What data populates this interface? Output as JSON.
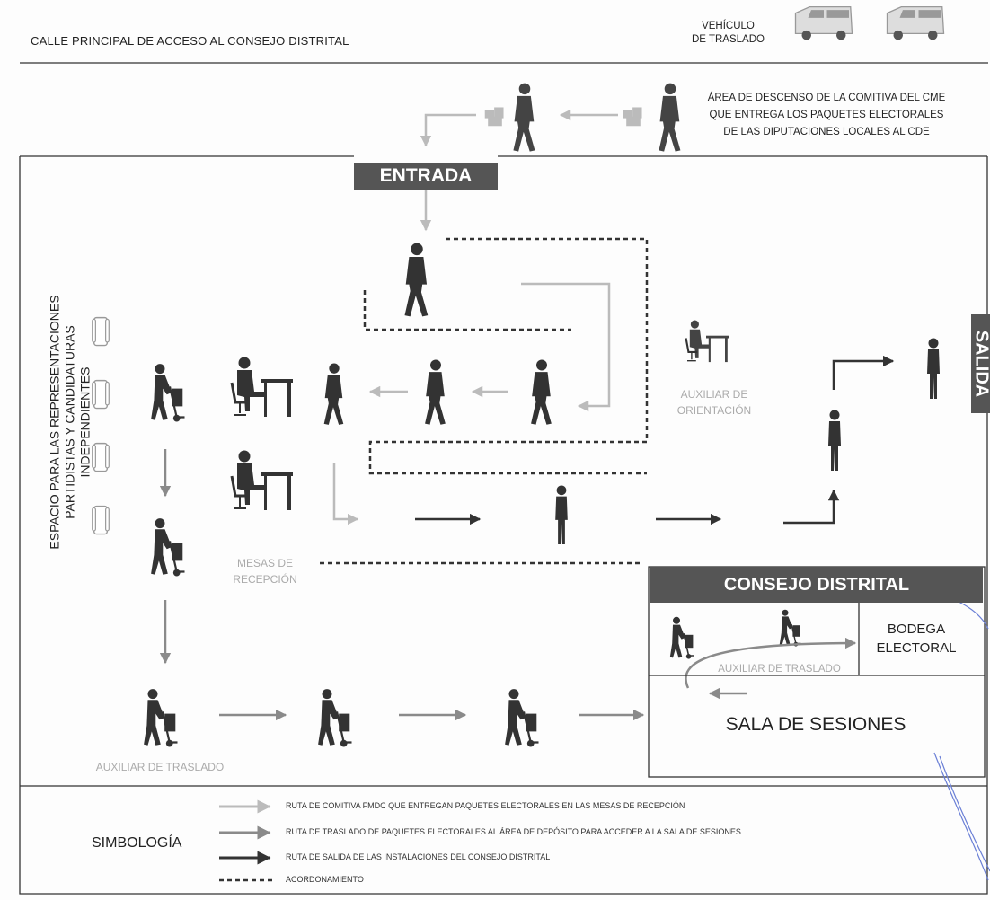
{
  "street_label": "CALLE PRINCIPAL DE ACCESO AL CONSEJO DISTRITAL",
  "vehicle_label": [
    "VEHÍCULO",
    "DE TRASLADO"
  ],
  "descent_area_lines": [
    "ÁREA DE DESCENSO DE LA COMITIVA DEL CME",
    "QUE ENTREGA LOS PAQUETES ELECTORALES",
    "DE LAS DIPUTACIONES LOCALES AL CDE"
  ],
  "entrance_label": "ENTRADA",
  "exit_label": "SALIDA",
  "representatives_space_lines": [
    "ESPACIO PARA LAS REPRESENTACIONES",
    "PARTIDISTAS Y CANDIDATURAS",
    "INDEPENDIENTES"
  ],
  "orientation_assistant_lines": [
    "AUXILIAR DE",
    "ORIENTACIÓN"
  ],
  "reception_desks_lines": [
    "MESAS DE",
    "RECEPCIÓN"
  ],
  "transfer_assistant_label": "AUXILIAR DE TRASLADO",
  "district_council_label": "CONSEJO DISTRITAL",
  "warehouse_lines": [
    "BODEGA",
    "ELECTORAL"
  ],
  "session_room_label": "SALA DE SESIONES",
  "legend": {
    "title": "SIMBOLOGÍA",
    "items": [
      {
        "text": "RUTA DE COMITIVA FMDC QUE ENTREGAN PAQUETES ELECTORALES EN LAS MESAS DE RECEPCIÓN",
        "color": "#bbbbbb",
        "symbol": "arrow"
      },
      {
        "text": "RUTA DE TRASLADO DE PAQUETES ELECTORALES AL ÁREA DE DEPÓSITO PARA ACCEDER A LA SALA DE SESIONES",
        "color": "#8a8a8a",
        "symbol": "arrow"
      },
      {
        "text": "RUTA DE SALIDA DE LAS INSTALACIONES DEL CONSEJO DISTRITAL",
        "color": "#333333",
        "symbol": "arrow"
      },
      {
        "text": "ACORDONAMIENTO",
        "color": "#333333",
        "symbol": "dashed"
      }
    ]
  },
  "colors": {
    "header_fill": "#555555",
    "light_route": "#bbbbbb",
    "mid_route": "#8a8a8a",
    "dark_route": "#333333",
    "signature_ink": "#6a7fd6"
  }
}
